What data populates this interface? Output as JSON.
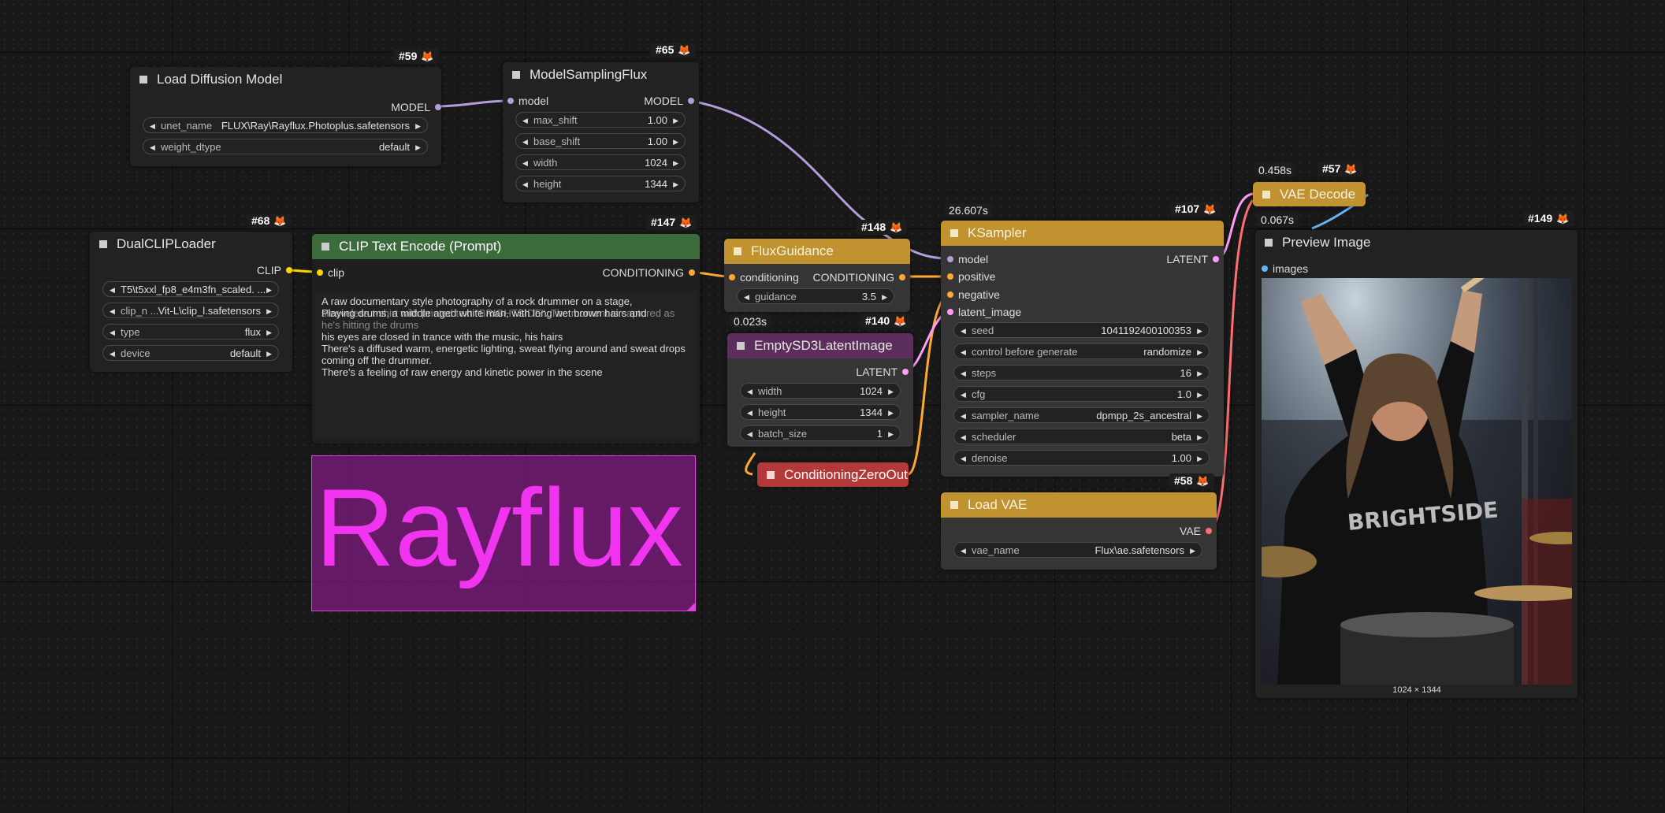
{
  "colors": {
    "model": "#b39ddb",
    "clip": "#ffd500",
    "conditioning": "#ffa931",
    "latent": "#ff9cf9",
    "vae": "#ff6e6e",
    "image": "#64b5f6"
  },
  "badge_icon": "fox-icon",
  "nodes": {
    "load_diffusion": {
      "title": "Load Diffusion Model",
      "id": "#59",
      "out_model": "MODEL",
      "unet_label": "unet_name",
      "unet_value": "FLUX\\Ray\\Rayflux.Photoplus.safetensors",
      "dtype_label": "weight_dtype",
      "dtype_value": "default"
    },
    "model_sampling": {
      "title": "ModelSamplingFlux",
      "id": "#65",
      "in_model": "model",
      "out_model": "MODEL",
      "max_shift_label": "max_shift",
      "max_shift_value": "1.00",
      "base_shift_label": "base_shift",
      "base_shift_value": "1.00",
      "width_label": "width",
      "width_value": "1024",
      "height_label": "height",
      "height_value": "1344"
    },
    "dual_clip": {
      "title": "DualCLIPLoader",
      "id": "#68",
      "out_clip": "CLIP",
      "clip1_value": "T5\\t5xxl_fp8_e4m3fn_scaled. ...",
      "clip2_label": "clip_n ...",
      "clip2_value": "Vit-L\\clip_l.safetensors",
      "type_label": "type",
      "type_value": "flux",
      "device_label": "device",
      "device_value": "default"
    },
    "clip_text": {
      "title": "CLIP Text Encode (Prompt)",
      "id": "#147",
      "in_clip": "clip",
      "out_conditioning": "CONDITIONING",
      "prompt_line1": "A raw documentary style photography of a rock drummer on a stage,",
      "prompt_line2a": "Playing drums, a middle aged white man, with long wet brown hairs and",
      "prompt_line2b": "sleeveless t-shirt with printed text \"BRIGHTSIDE\". The moment is captured as he's hitting the drums",
      "prompt_line3": "his eyes are closed in trance with the music, his hairs",
      "prompt_line4": "There's a diffused warm, energetic lighting, sweat flying around and sweat drops",
      "prompt_line5": "coming off the drummer.",
      "prompt_line6": "There's a feeling of raw energy and kinetic power in the scene"
    },
    "flux_guidance": {
      "title": "FluxGuidance",
      "id": "#148",
      "in_cond": "conditioning",
      "out_cond": "CONDITIONING",
      "guidance_label": "guidance",
      "guidance_value": "3.5",
      "timing": "0.023s"
    },
    "empty_latent": {
      "title": "EmptySD3LatentImage",
      "id": "#140",
      "out_latent": "LATENT",
      "width_label": "width",
      "width_value": "1024",
      "height_label": "height",
      "height_value": "1344",
      "batch_label": "batch_size",
      "batch_value": "1"
    },
    "cond_zero": {
      "title": "ConditioningZeroOut"
    },
    "ksampler": {
      "title": "KSampler",
      "id": "#107",
      "timing": "26.607s",
      "in_model": "model",
      "in_positive": "positive",
      "in_negative": "negative",
      "in_latent": "latent_image",
      "out_latent": "LATENT",
      "seed_label": "seed",
      "seed_value": "1041192400100353",
      "control_label": "control before generate",
      "control_value": "randomize",
      "steps_label": "steps",
      "steps_value": "16",
      "cfg_label": "cfg",
      "cfg_value": "1.0",
      "sampler_label": "sampler_name",
      "sampler_value": "dpmpp_2s_ancestral",
      "scheduler_label": "scheduler",
      "scheduler_value": "beta",
      "denoise_label": "denoise",
      "denoise_value": "1.00"
    },
    "load_vae": {
      "title": "Load VAE",
      "id": "#58",
      "out_vae": "VAE",
      "vae_label": "vae_name",
      "vae_value": "Flux\\ae.safetensors"
    },
    "vae_decode": {
      "title": "VAE Decode",
      "id": "#57",
      "timing": "0.458s"
    },
    "preview": {
      "title": "Preview Image",
      "id": "#149",
      "timing": "0.067s",
      "in_images": "images",
      "dims": "1024 × 1344"
    }
  },
  "group_label": "Rayflux"
}
